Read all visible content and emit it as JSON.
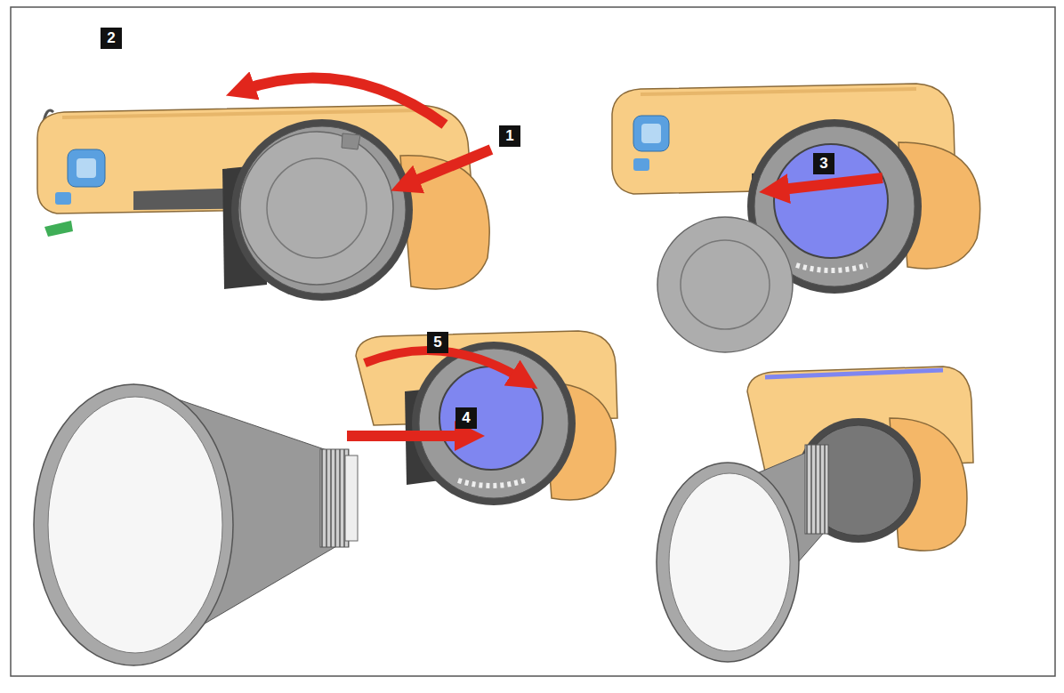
{
  "diagram": {
    "labels": [
      "2",
      "1",
      "3",
      "5",
      "4"
    ]
  }
}
